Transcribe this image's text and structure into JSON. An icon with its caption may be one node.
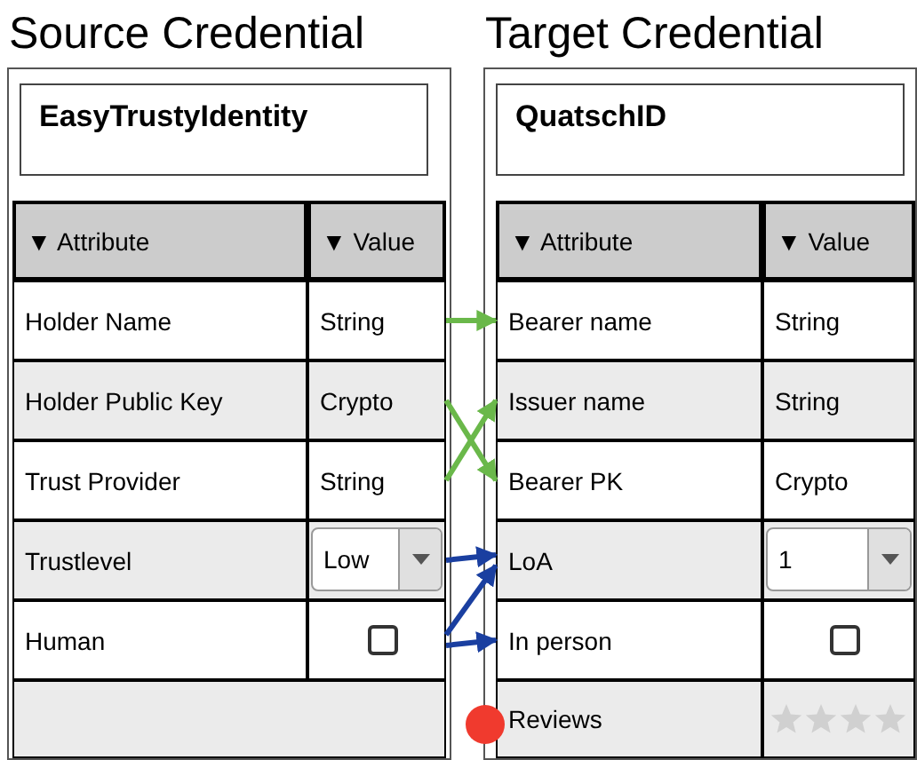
{
  "diagram": {
    "nodes": [
      {
        "text": [
          "Source Credential"
        ]
      },
      {
        "text": [
          "EasyTrustyIdentity"
        ],
        "in": 0
      },
      {
        "text": [
          "▼ Attribute"
        ],
        "in": 0
      },
      {
        "text": [
          "▼ Value"
        ],
        "in": 0
      },
      {
        "text": [
          "Holder Name"
        ],
        "in": 0
      },
      {
        "text": [
          "String"
        ],
        "in": 0
      },
      {
        "text": [
          "Holder Public Key"
        ],
        "in": 0
      },
      {
        "text": [
          "Crypto"
        ],
        "in": 0
      },
      {
        "text": [
          "Trust Provider"
        ],
        "in": 0
      },
      {
        "text": [
          "String"
        ],
        "in": 0
      },
      {
        "text": [
          "Trustlevel"
        ],
        "in": 0
      },
      {
        "text": [
          "Low"
        ],
        "in": 0
      },
      {
        "text": [
          "Human"
        ],
        "in": 0
      },
      {
        "text": [],
        "shape": "box",
        "in": 0
      },
      {
        "text": [],
        "shape": "box",
        "in": 0
      },
      {
        "text": [
          "Target Credential"
        ]
      },
      {
        "text": [
          "QuatschID"
        ],
        "in": 15
      },
      {
        "text": [
          "▼ Attribute"
        ],
        "in": 15
      },
      {
        "text": [
          "▼ Value"
        ],
        "in": 15
      },
      {
        "text": [
          "Bearer name"
        ],
        "in": 15
      },
      {
        "text": [
          "String"
        ],
        "in": 15
      },
      {
        "text": [
          "Issuer name"
        ],
        "in": 15
      },
      {
        "text": [
          "String"
        ],
        "in": 15
      },
      {
        "text": [
          "Bearer PK"
        ],
        "in": 15
      },
      {
        "text": [
          "Crypto"
        ],
        "in": 15
      },
      {
        "text": [
          "LoA"
        ],
        "in": 15
      },
      {
        "text": [
          "1"
        ],
        "in": 15
      },
      {
        "text": [
          "In person"
        ],
        "in": 15
      },
      {
        "text": [],
        "shape": "box",
        "in": 15
      },
      {
        "text": [
          "Reviews"
        ],
        "in": 15
      },
      {
        "text": [],
        "shape": "box",
        "in": 15
      }
    ],
    "edges": [
      {
        "from": 5,
        "to": 19,
        "arrow": "to",
        "color": "#6ab84a"
      },
      {
        "from": 7,
        "to": 23,
        "arrow": "to",
        "color": "#6ab84a"
      },
      {
        "from": 9,
        "to": 21,
        "arrow": "to",
        "color": "#6ab84a"
      },
      {
        "from": 11,
        "to": 25,
        "arrow": "to",
        "color": "#1a3fa0"
      },
      {
        "from": 13,
        "to": 25,
        "arrow": "to",
        "color": "#1a3fa0"
      },
      {
        "from": 13,
        "to": 27,
        "arrow": "to",
        "color": "#1a3fa0"
      }
    ]
  }
}
